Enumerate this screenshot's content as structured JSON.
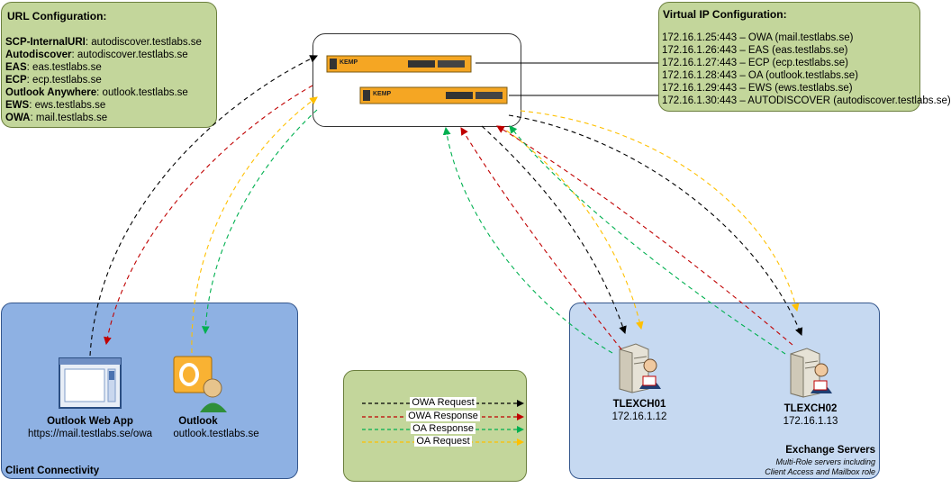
{
  "url_config": {
    "title": "URL Configuration:",
    "rows": [
      {
        "key": "SCP-InternalURI",
        "value": ": autodiscover.testlabs.se"
      },
      {
        "key": "Autodiscover",
        "value": ": autodiscover.testlabs.se"
      },
      {
        "key": "EAS",
        "value": ": eas.testlabs.se"
      },
      {
        "key": "ECP",
        "value": ": ecp.testlabs.se"
      },
      {
        "key": "Outlook Anywhere",
        "value": ": outlook.testlabs.se"
      },
      {
        "key": "EWS",
        "value": ": ews.testlabs.se"
      },
      {
        "key": "OWA",
        "value": ": mail.testlabs.se"
      }
    ]
  },
  "vip_config": {
    "title": "Virtual IP Configuration:",
    "rows": [
      "172.16.1.25:443 – OWA (mail.testlabs.se)",
      "172.16.1.26:443 – EAS (eas.testlabs.se)",
      "172.16.1.27:443 – ECP (ecp.testlabs.se)",
      "172.16.1.28:443 – OA (outlook.testlabs.se)",
      "172.16.1.29:443 – EWS (ews.testlabs.se)",
      "172.16.1.30:443 – AUTODISCOVER (autodiscover.testlabs.se)"
    ]
  },
  "load_balancer": {
    "brand": "KEMP"
  },
  "client": {
    "label": "Client Connectivity",
    "owa_title": "Outlook Web App",
    "owa_url": "https://mail.testlabs.se/owa",
    "outlook_title": "Outlook",
    "outlook_host": "outlook.testlabs.se"
  },
  "exchange": {
    "label": "Exchange Servers",
    "subtitle1": "Multi-Role servers including",
    "subtitle2": "Client Access and Mailbox role",
    "server1_name": "TLEXCH01",
    "server1_ip": "172.16.1.12",
    "server2_name": "TLEXCH02",
    "server2_ip": "172.16.1.13"
  },
  "legend": {
    "items": [
      {
        "label": "OWA Request",
        "color": "#000000"
      },
      {
        "label": "OWA Response",
        "color": "#c00000"
      },
      {
        "label": "OA Response",
        "color": "#00b050"
      },
      {
        "label": "OA Request",
        "color": "#ffc000"
      }
    ]
  }
}
